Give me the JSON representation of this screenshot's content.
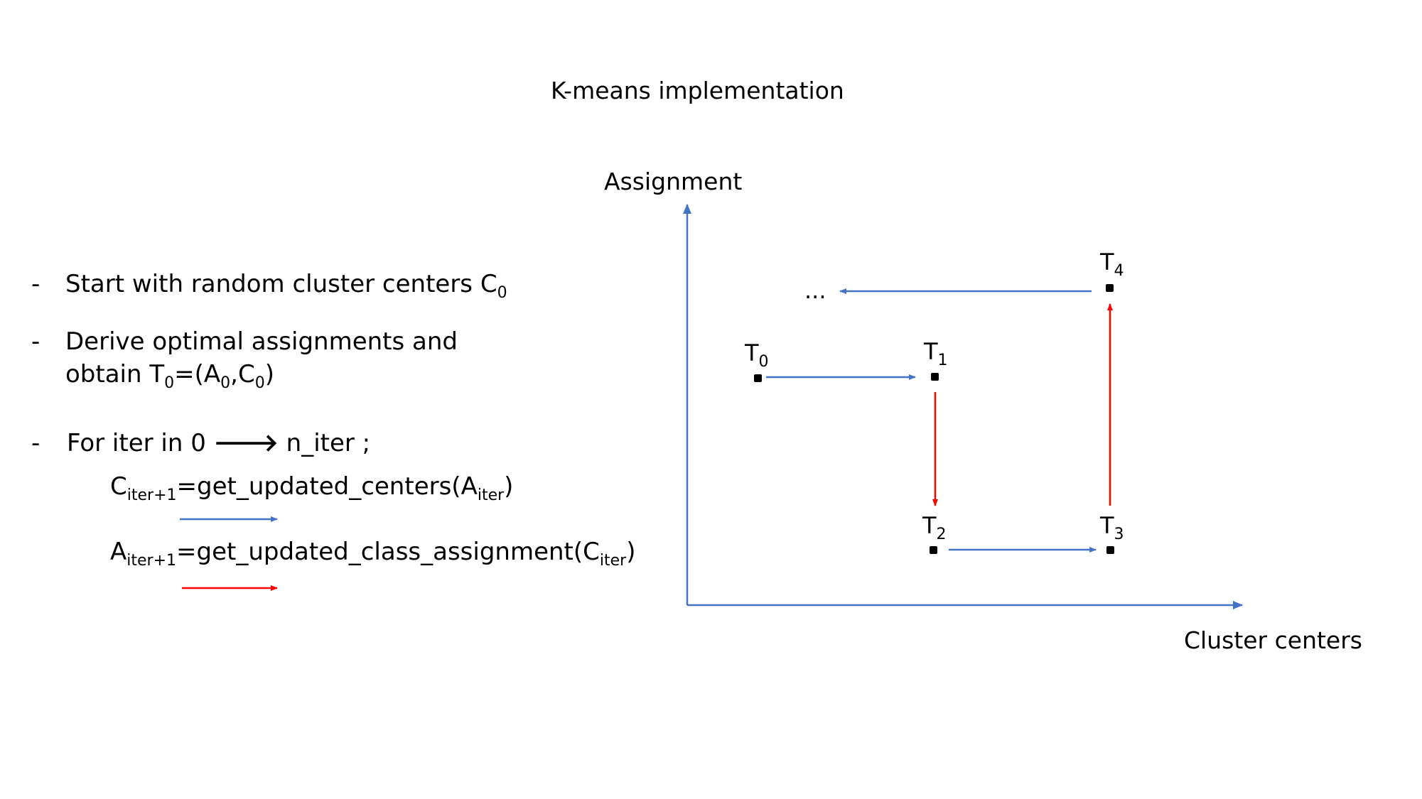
{
  "title": "K-means implementation",
  "bullets": [
    {
      "dash": "-",
      "text": "Start with random cluster centers C",
      "sub": "0"
    },
    {
      "dash": "-",
      "line1": "Derive optimal assignments and",
      "line2_parts": [
        "obtain T",
        "0",
        "=(A",
        "0",
        ",C",
        "0",
        ")"
      ]
    },
    {
      "dash": "-",
      "text": "For iter in 0 ",
      "arrow": "🡒",
      "text_after": " n_iter ;"
    }
  ],
  "formulas": [
    {
      "parts": [
        "C",
        "iter+1",
        "=get_updated_centers(A",
        "iter",
        ")"
      ],
      "legend_color": "#4472C4"
    },
    {
      "parts": [
        "A",
        "iter+1",
        "=get_updated_class_assignment(C",
        "iter",
        ")"
      ],
      "legend_color": "#FF0000"
    }
  ],
  "axes": {
    "y_label": "Assignment",
    "x_label": "Cluster centers",
    "color": "#4472C4"
  },
  "nodes": [
    {
      "id": "T0",
      "label": "T",
      "sub": "0"
    },
    {
      "id": "T1",
      "label": "T",
      "sub": "1"
    },
    {
      "id": "T2",
      "label": "T",
      "sub": "2"
    },
    {
      "id": "T3",
      "label": "T",
      "sub": "3"
    },
    {
      "id": "T4",
      "label": "T",
      "sub": "4"
    }
  ],
  "ellipsis": "...",
  "colors": {
    "center_update": "#4472C4",
    "assignment_update": "#FF0000",
    "node": "#000000"
  }
}
